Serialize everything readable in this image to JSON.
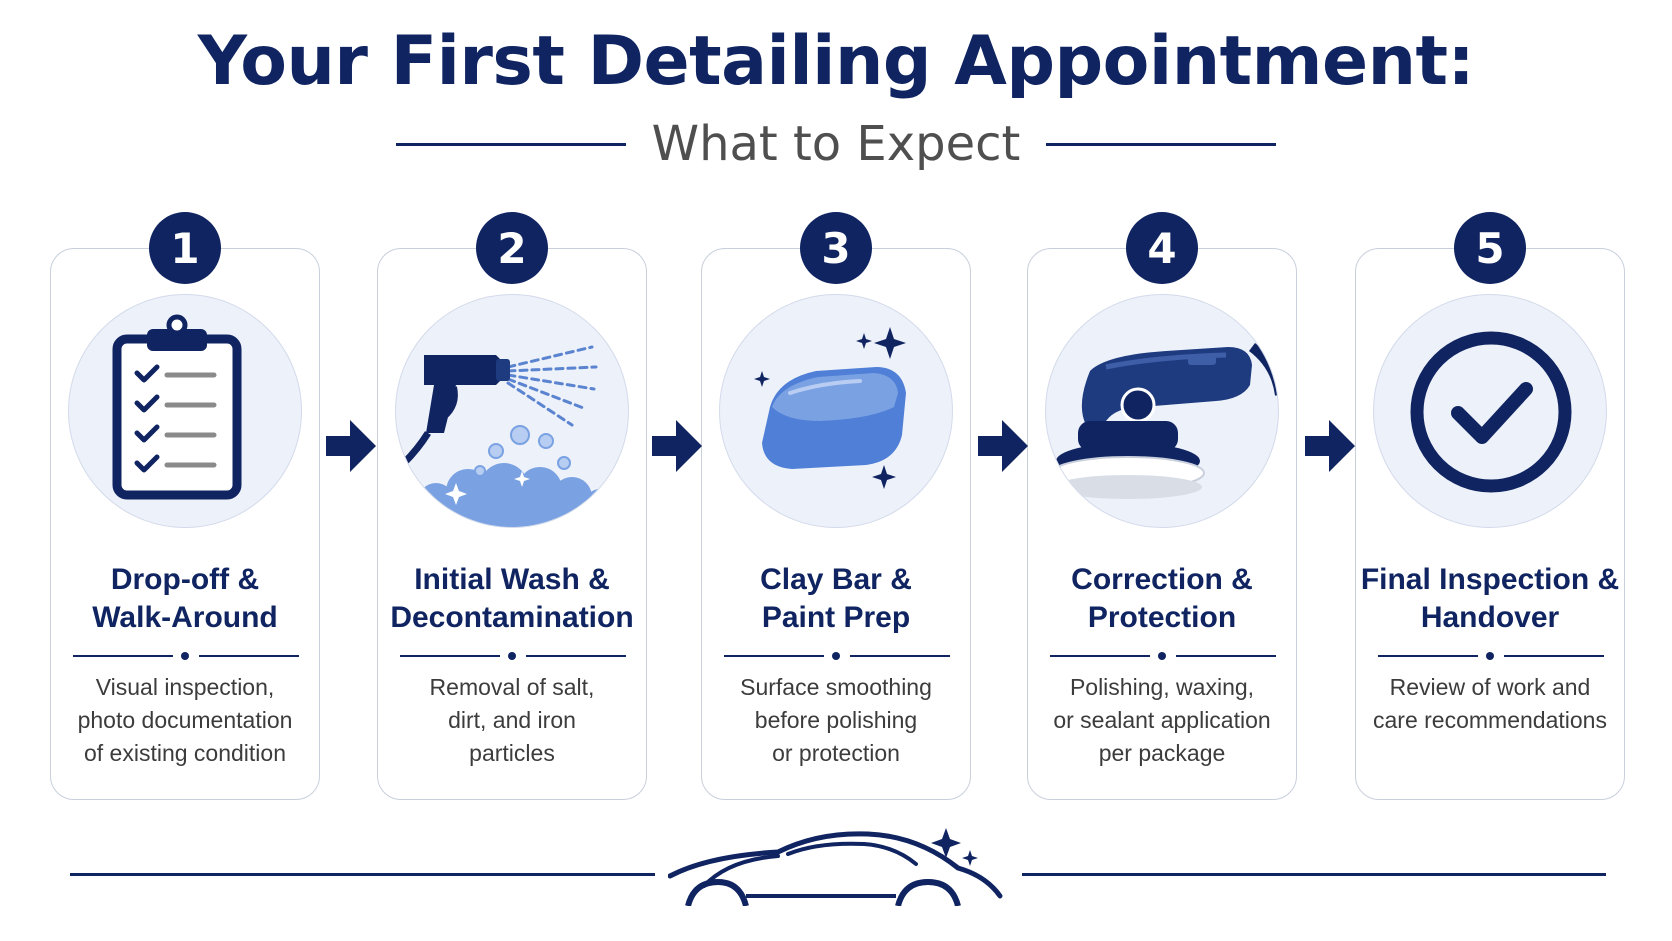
{
  "header": {
    "title": "Your First Detailing Appointment:",
    "subtitle": "What to Expect"
  },
  "steps": [
    {
      "number": "1",
      "title_lines": [
        "Drop-off &",
        "Walk-Around"
      ],
      "desc_lines": [
        "Visual inspection,",
        "photo documentation",
        "of existing condition"
      ],
      "icon": "clipboard-checklist-icon"
    },
    {
      "number": "2",
      "title_lines": [
        "Initial Wash &",
        "Decontamination"
      ],
      "desc_lines": [
        "Removal of salt,",
        "dirt, and iron",
        "particles"
      ],
      "icon": "pressure-washer-icon"
    },
    {
      "number": "3",
      "title_lines": [
        "Clay Bar &",
        "Paint Prep"
      ],
      "desc_lines": [
        "Surface smoothing",
        "before polishing",
        "or protection"
      ],
      "icon": "clay-bar-icon"
    },
    {
      "number": "4",
      "title_lines": [
        "Correction &",
        "Protection"
      ],
      "desc_lines": [
        "Polishing, waxing,",
        "or sealant application",
        "per package"
      ],
      "icon": "orbital-polisher-icon"
    },
    {
      "number": "5",
      "title_lines": [
        "Final Inspection &",
        "Handover"
      ],
      "desc_lines": [
        "Review of work and",
        "care recommendations"
      ],
      "icon": "checkmark-circle-icon"
    }
  ],
  "footer": {
    "icon": "sparkling-car-icon"
  },
  "colors": {
    "navy": "#0f2461",
    "blue": "#5b84d0",
    "light_bg": "#edf1f9",
    "border": "#c9d0dc"
  }
}
